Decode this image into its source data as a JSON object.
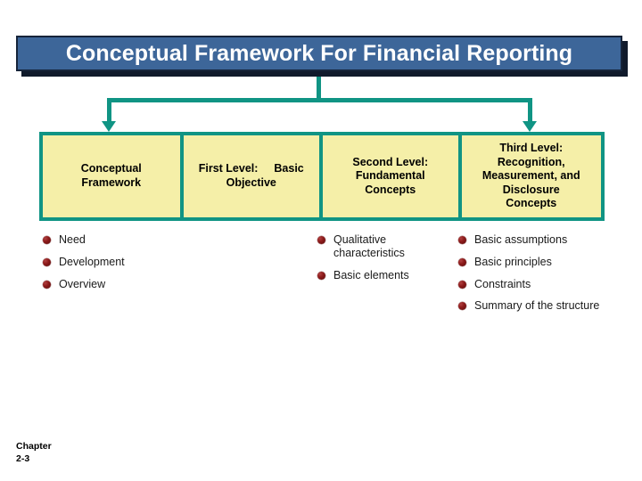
{
  "slide": {
    "title": "Conceptual Framework For Financial Reporting",
    "footer_line1": "Chapter",
    "footer_line2": "2-3"
  },
  "colors": {
    "title_background": "#3d6699",
    "title_shadow": "#101a2b",
    "title_text": "#ffffff",
    "connector_teal": "#109484",
    "cell_background": "#f5efa8",
    "bullet_dark_red": "#8c1a1a",
    "body_text": "#1a1a1a"
  },
  "headers": [
    {
      "id": "conceptual-framework",
      "line1": "Conceptual",
      "line2": "Framework",
      "line3": "",
      "line4": "",
      "line5": ""
    },
    {
      "id": "first-level",
      "line1": "First Level:",
      "line1b": "Basic",
      "line2": "Objective",
      "line3": "",
      "line4": "",
      "line5": ""
    },
    {
      "id": "second-level",
      "line1": "Second Level:",
      "line2": "Fundamental",
      "line3": "Concepts",
      "line4": "",
      "line5": ""
    },
    {
      "id": "third-level",
      "line1": "Third Level:",
      "line2": "Recognition,",
      "line3": "Measurement, and",
      "line4": "Disclosure",
      "line5": "Concepts"
    }
  ],
  "columns": [
    {
      "id": "conceptual-framework",
      "items": [
        {
          "text": "Need"
        },
        {
          "text": "Development"
        },
        {
          "text": "Overview"
        }
      ]
    },
    {
      "id": "first-level",
      "items": []
    },
    {
      "id": "second-level",
      "items": [
        {
          "text": "Qualitative characteristics"
        },
        {
          "text": "Basic elements"
        }
      ]
    },
    {
      "id": "third-level",
      "items": [
        {
          "text": "Basic assumptions"
        },
        {
          "text": "Basic principles"
        },
        {
          "text": "Constraints"
        },
        {
          "text": "Summary of the structure"
        }
      ]
    }
  ],
  "icons": {
    "arrow_down_left": "arrow-down-icon",
    "arrow_down_right": "arrow-down-icon",
    "bullet": "bullet-sphere-icon"
  }
}
